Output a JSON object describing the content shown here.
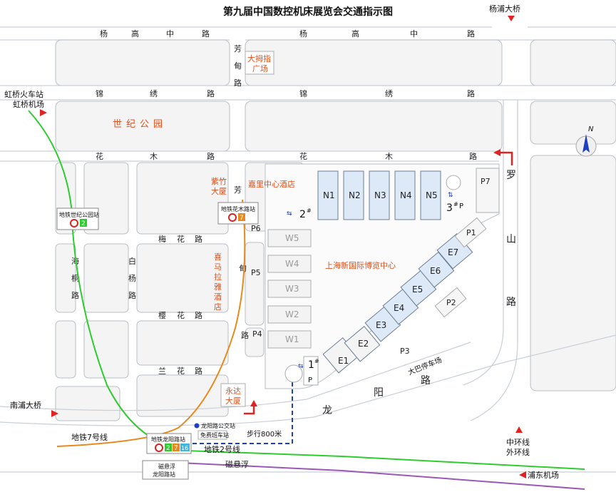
{
  "title": "第九届中国数控机床展览会交通指示图",
  "roads": {
    "yanggao": [
      "杨",
      "高",
      "中",
      "路",
      "杨",
      "高",
      "中",
      "路"
    ],
    "jinxiu": [
      "锦",
      "绣",
      "路",
      "锦",
      "绣",
      "路"
    ],
    "huamu": [
      "花",
      "木",
      "路",
      "花",
      "木",
      "路"
    ],
    "meihua": [
      "梅",
      "花",
      "路"
    ],
    "yinghua": [
      "樱",
      "花",
      "路"
    ],
    "lanhua": [
      "兰",
      "花",
      "路"
    ],
    "fangdian_top": [
      "芳",
      "甸",
      "路"
    ],
    "fangdian_mid": [
      "芳",
      "甸",
      "路"
    ],
    "haitong": [
      "海",
      "桐",
      "路"
    ],
    "baiyang": [
      "白",
      "杨",
      "路"
    ],
    "luoshan": [
      "罗",
      "山",
      "路"
    ],
    "longyang": [
      "龙",
      "阳",
      "路"
    ]
  },
  "places": {
    "yangpu_bridge": "杨浦大桥",
    "hongqiao_station": "虹桥火车站",
    "hongqiao_airport": "虹桥机场",
    "nanpu_bridge": "南浦大桥",
    "pudong_airport": "浦东机场",
    "middle_ring": "中环线",
    "outer_ring": "外环线",
    "century_park": "世纪公园",
    "thumb_plaza": [
      "大拇指",
      "广场"
    ],
    "kerry_hotel": "嘉里中心酒店",
    "zizhu_building": [
      "紫竹",
      "大厦"
    ],
    "himalaya_hotel": [
      "喜",
      "马",
      "拉",
      "雅",
      "酒",
      "店"
    ],
    "yongda_building": [
      "永达",
      "大厦"
    ],
    "expo_center": "上海新国际博览中心",
    "bus_park": "大巴停车场",
    "walk": "步行800米",
    "bus_station": "龙阳路公交站",
    "shuttle": "免费班车站"
  },
  "metro": {
    "century_park_station": {
      "name": "地铁世纪公园站",
      "lines": [
        "2"
      ]
    },
    "huamu_station": {
      "name": "地铁花木路站",
      "lines": [
        "7"
      ]
    },
    "longyang_station": {
      "name": "地铁龙阳路站",
      "lines": [
        "2",
        "7",
        "16"
      ]
    },
    "line7_label": "地铁7号线",
    "line2_label": "地铁2号线",
    "maglev": "磁悬浮",
    "maglev_station": [
      "磁悬浮",
      "龙阳路站"
    ]
  },
  "halls_north": [
    "N1",
    "N2",
    "N3",
    "N4",
    "N5"
  ],
  "halls_east": [
    "E1",
    "E2",
    "E3",
    "E4",
    "E5",
    "E6",
    "E7"
  ],
  "halls_west": [
    "W5",
    "W4",
    "W3",
    "W2",
    "W1"
  ],
  "parking": {
    "p1": "P1",
    "p2": "P2",
    "p3": "P3",
    "p4": "P4",
    "p5": "P5",
    "p6": "P6",
    "p7": "P7"
  },
  "gates": {
    "g1": "1",
    "g2": "2",
    "g3": "3",
    "sup": "#",
    "p": "P"
  },
  "colors": {
    "line2": "#2ecc2e",
    "line7": "#e8891e",
    "maglev": "#9b59b6",
    "walk": "#1f3fbf",
    "accent": "#e0521f",
    "arrow": "#e02424"
  },
  "compass": "N"
}
